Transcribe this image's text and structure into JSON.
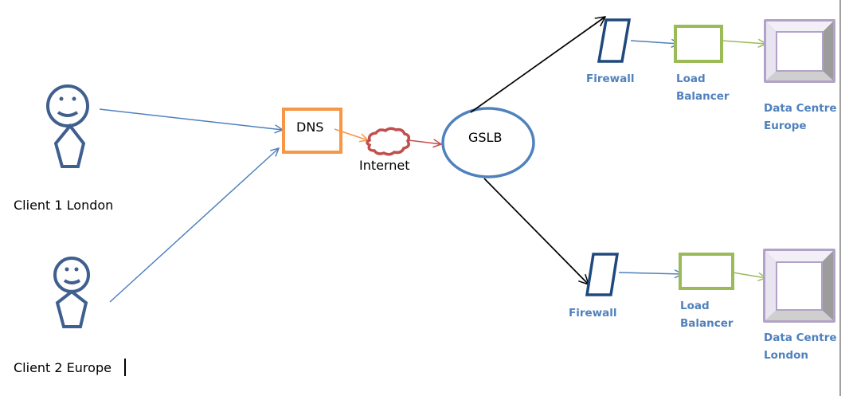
{
  "diagram": {
    "title": "",
    "nodes": {
      "client1": {
        "label": "Client 1 London",
        "type": "person"
      },
      "client2": {
        "label": "Client 2 Europe",
        "type": "person"
      },
      "dns": {
        "label": "DNS",
        "type": "box"
      },
      "internet": {
        "label": "Internet",
        "type": "cloud"
      },
      "gslb": {
        "label": "GSLB",
        "type": "ellipse"
      },
      "firewall_top": {
        "label": "Firewall",
        "type": "parallelogram"
      },
      "lb_top": {
        "label_line1": "Load",
        "label_line2": "Balancer",
        "type": "box"
      },
      "dc_europe": {
        "label_line1": "Data Centre",
        "label_line2": "Europe",
        "type": "bevel"
      },
      "firewall_bottom": {
        "label": "Firewall",
        "type": "parallelogram"
      },
      "lb_bottom": {
        "label_line1": "Load",
        "label_line2": "Balancer",
        "type": "box"
      },
      "dc_london": {
        "label_line1": "Data Centre",
        "label_line2": "London",
        "type": "bevel"
      }
    },
    "edges": [
      {
        "from": "client1",
        "to": "dns"
      },
      {
        "from": "client2",
        "to": "dns"
      },
      {
        "from": "dns",
        "to": "internet"
      },
      {
        "from": "internet",
        "to": "gslb"
      },
      {
        "from": "gslb",
        "to": "firewall_top"
      },
      {
        "from": "gslb",
        "to": "firewall_bottom"
      },
      {
        "from": "firewall_top",
        "to": "lb_top"
      },
      {
        "from": "lb_top",
        "to": "dc_europe"
      },
      {
        "from": "firewall_bottom",
        "to": "lb_bottom"
      },
      {
        "from": "lb_bottom",
        "to": "dc_london"
      }
    ],
    "colors": {
      "person": "#3f5f8f",
      "client_arrow": "#4f81bd",
      "dns": "#f79646",
      "internet": "#c0504d",
      "gslb": "#4f81bd",
      "firewall": "#1f497d",
      "load_balancer": "#9bbb59",
      "data_centre": "#b3a2c7",
      "label_blue": "#4f81bd"
    }
  }
}
